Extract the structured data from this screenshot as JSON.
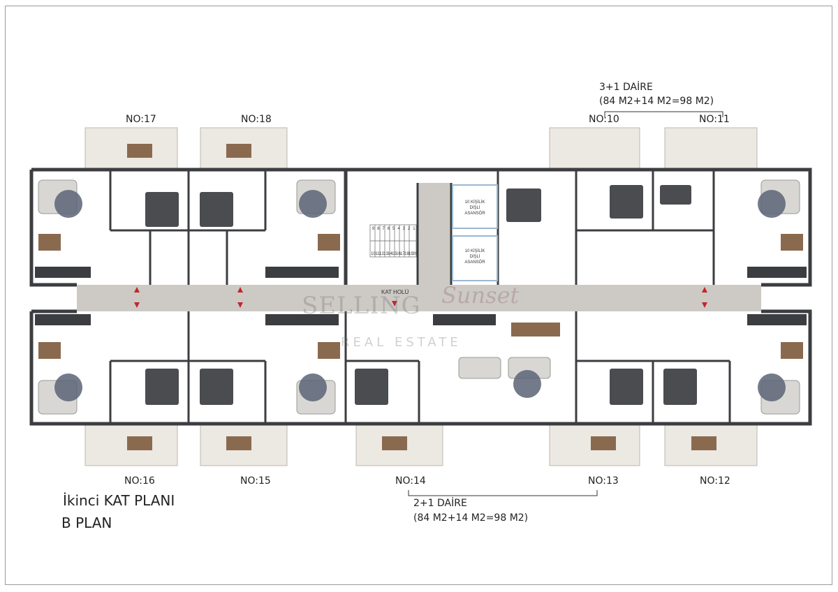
{
  "apartments_top": [
    "NO:17",
    "NO:18",
    "NO:10",
    "NO:11"
  ],
  "apartments_bottom": [
    "NO:16",
    "NO:15",
    "NO:14",
    "NO:13",
    "NO:12"
  ],
  "type_3plus1": {
    "title": "3+1 DAİRE",
    "area": "(84 M2+14 M2=98 M2)"
  },
  "type_2plus1": {
    "title": "2+1 DAİRE",
    "area": "(84 M2+14 M2=98 M2)"
  },
  "plan_title": {
    "line1": "İkinci KAT PLANI",
    "line2": "B PLAN"
  },
  "corridor_label": "KAT HOLÜ",
  "elevator_label": "10 KİŞİLİK\nDİŞLİ\nASANSÖR",
  "stair_numbers": [
    "9",
    "8",
    "7",
    "6",
    "5",
    "4",
    "3",
    "2",
    "1",
    "10",
    "11",
    "12",
    "13",
    "14",
    "15",
    "16",
    "17",
    "18",
    "19",
    "20"
  ],
  "watermark": {
    "brand": "SELLING",
    "script": "Sunset",
    "sub": "REAL ESTATE"
  },
  "colors": {
    "wall": "#3b3d40",
    "corridor": "#cdcac5",
    "balcony": "#ece8e2",
    "furniture": "#555555",
    "wood": "#8a6a4f",
    "arrow": "#c0272d"
  }
}
